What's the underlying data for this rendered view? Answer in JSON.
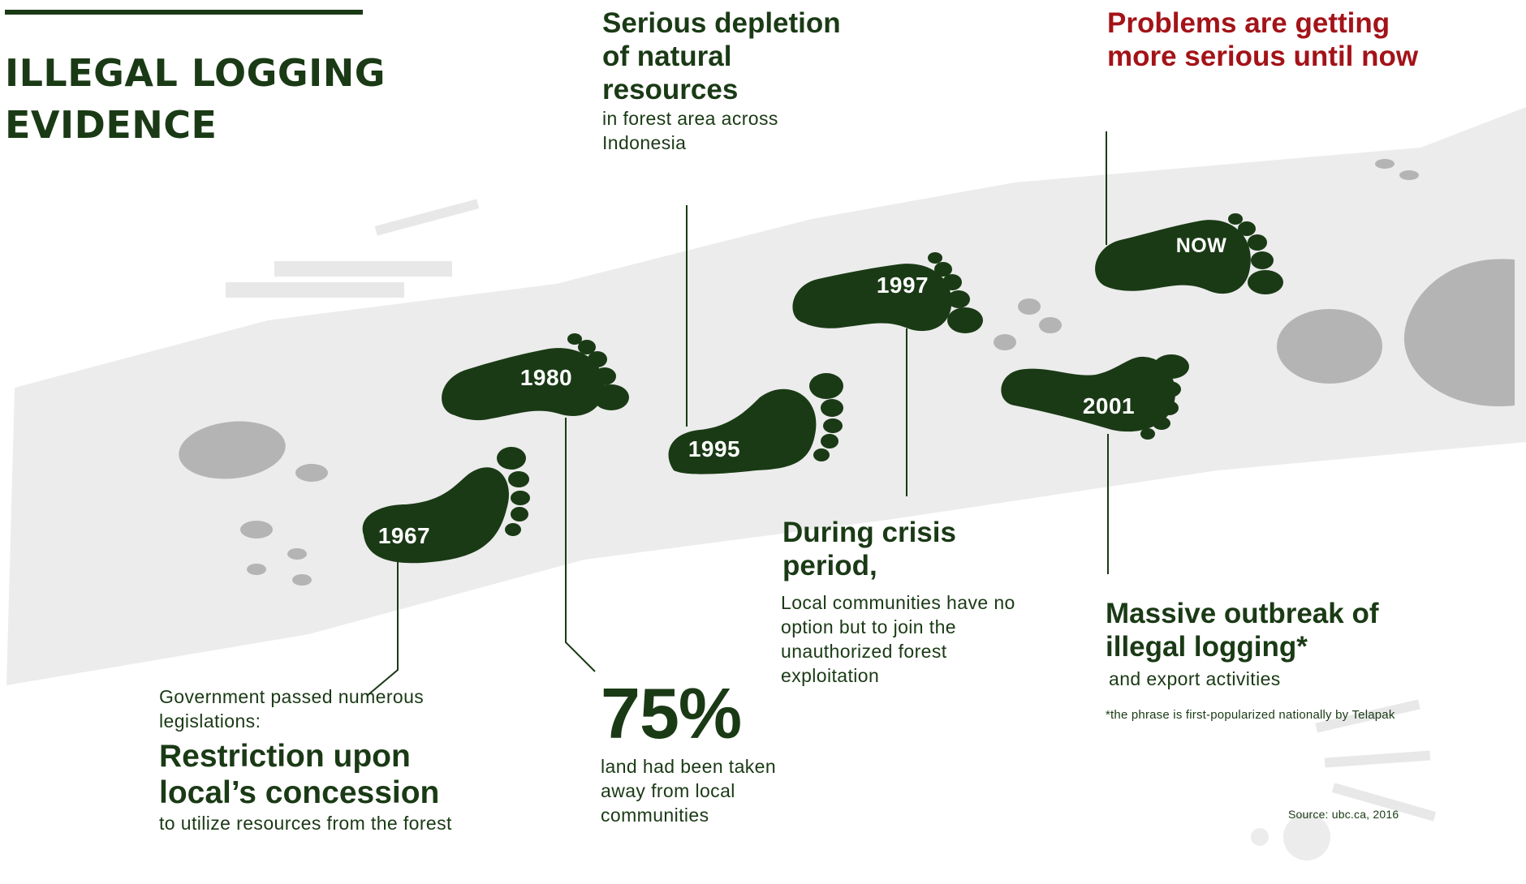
{
  "title": "ILLEGAL LOGGING EVIDENCE",
  "milestones": {
    "y1967": "1967",
    "y1980": "1980",
    "y1995": "1995",
    "y1997": "1997",
    "y2001": "2001",
    "now": "NOW"
  },
  "blocks": {
    "depletion": {
      "heading": "Serious depletion of natural resources",
      "text": "in forest area across Indonesia"
    },
    "problems": {
      "heading": "Problems are getting more serious until now"
    },
    "crisis": {
      "heading": "During crisis period,",
      "text": "Local communities have no option but to join the unauthorized forest exploitation"
    },
    "massive": {
      "heading": "Massive outbreak of illegal logging*",
      "text": "and export activities",
      "footnote": "*the phrase is first-popularized nationally by Telapak"
    },
    "restriction": {
      "intro": "Government passed numerous legislations:",
      "heading": "Restriction upon local’s concession",
      "text": "to utilize resources from the forest"
    },
    "land": {
      "stat": "75%",
      "text": "land had been taken away from local communities"
    }
  },
  "source": "Source: ubc.ca, 2016",
  "colors": {
    "primary": "#1a3a15",
    "accent_red": "#a31318",
    "path": "#ececec",
    "stones": "#b4b4b4",
    "deco_bars": "#e8e8e8"
  },
  "icons": [
    "footprint-icon",
    "stone-icon"
  ]
}
